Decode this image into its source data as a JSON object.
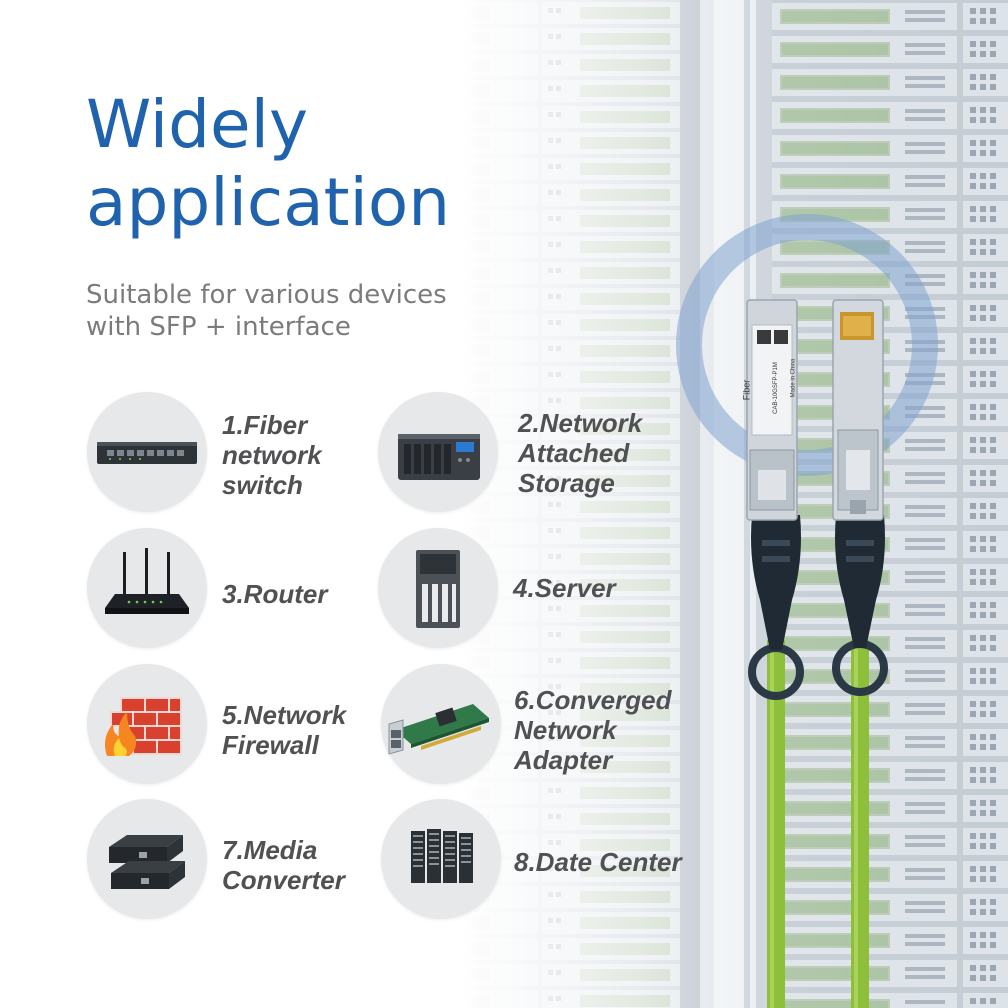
{
  "heading": {
    "line1": "Widely",
    "line2": "application"
  },
  "subheading": {
    "line1": "Suitable for various devices",
    "line2": "with SFP + interface"
  },
  "module_a": {
    "brand": "Fiber",
    "part": "CAB-10GSFP-P1M",
    "origin": "Made in China"
  },
  "devices": [
    {
      "icon": "network-switch-icon",
      "lines": [
        "1.Fiber",
        "network",
        "switch"
      ]
    },
    {
      "icon": "nas-storage-icon",
      "lines": [
        "2.Network",
        "Attached",
        "Storage"
      ]
    },
    {
      "icon": "router-icon",
      "lines": [
        "3.Router"
      ]
    },
    {
      "icon": "server-tower-icon",
      "lines": [
        "4.Server"
      ]
    },
    {
      "icon": "firewall-icon",
      "lines": [
        "5.Network",
        "Firewall"
      ]
    },
    {
      "icon": "network-adapter-icon",
      "lines": [
        "6.Converged",
        "Network",
        "Adapter"
      ]
    },
    {
      "icon": "media-converter-icon",
      "lines": [
        "7.Media",
        "Converter"
      ]
    },
    {
      "icon": "data-center-icon",
      "lines": [
        "8.Date Center"
      ]
    }
  ],
  "colors": {
    "heading": "#1f62ad",
    "subheading": "#7b7b7b",
    "label": "#505153",
    "cable": "#8dbf3a",
    "ring": "#7fa3cf"
  }
}
